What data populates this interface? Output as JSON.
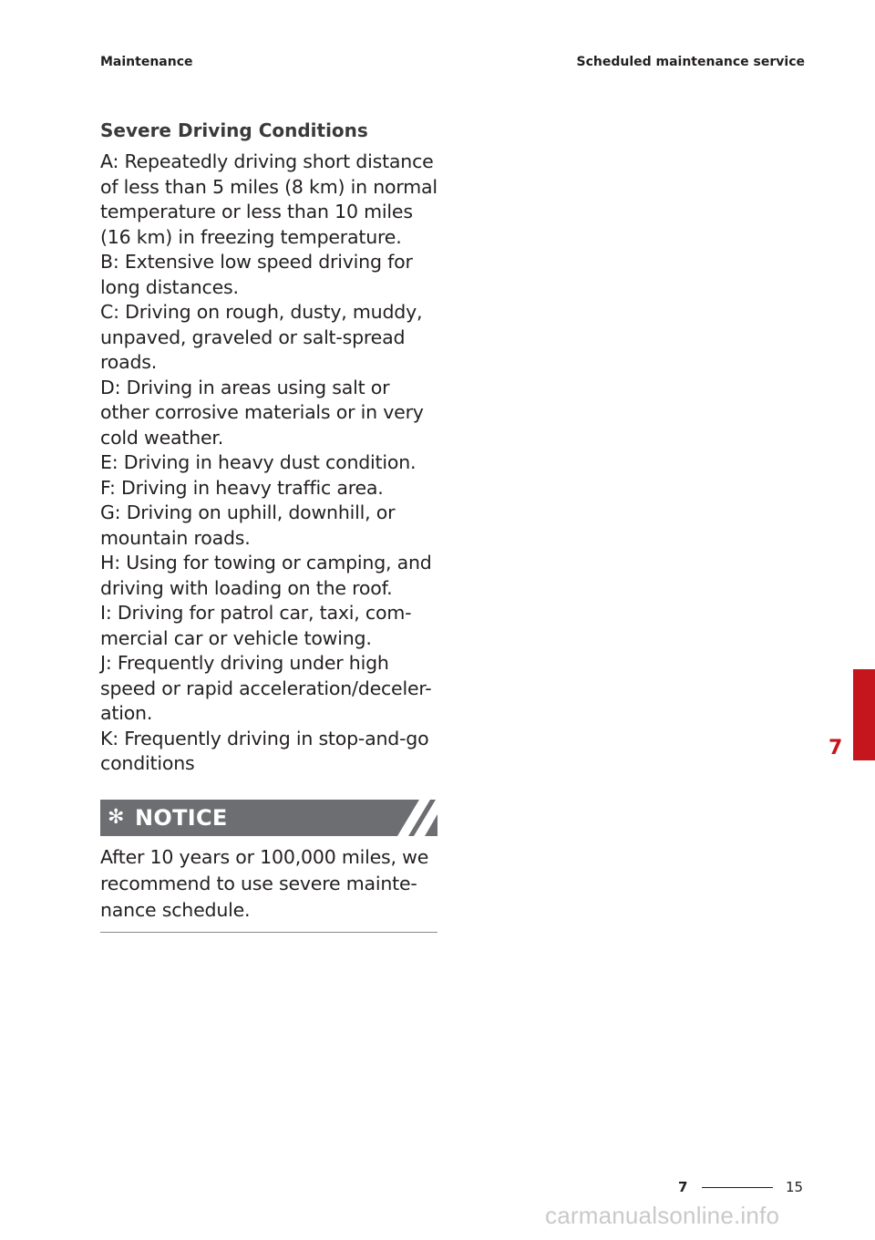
{
  "header": {
    "left": "Maintenance",
    "right": "Scheduled maintenance service"
  },
  "section": {
    "title": "Severe Driving Conditions",
    "lines": [
      "A: Repeatedly driving short distance",
      "of less than 5 miles (8 km) in normal",
      "temperature or less than 10 miles",
      "(16 km) in freezing temperature.",
      "B: Extensive low speed driving for",
      "long distances.",
      "C: Driving on rough, dusty, muddy,",
      "unpaved, graveled or salt-spread",
      "roads.",
      "D: Driving in areas using salt or",
      "other corrosive materials or in very",
      "cold weather.",
      "E: Driving in heavy dust condition.",
      "F: Driving in heavy traffic area.",
      "G: Driving on uphill, downhill, or",
      "mountain roads.",
      "H: Using for towing or camping, and",
      "driving with loading on the roof.",
      "I: Driving for patrol car, taxi, com-",
      "mercial car or vehicle towing.",
      "J: Frequently driving under high",
      "speed or rapid acceleration/deceler-",
      "ation.",
      "K: Frequently driving in stop-and-go",
      "conditions"
    ]
  },
  "notice": {
    "symbol": "✻",
    "label": "NOTICE",
    "lines": [
      "After 10 years or 100,000 miles, we",
      "recommend to use severe mainte-",
      "nance schedule."
    ]
  },
  "chapter_tab": {
    "number": "7",
    "color": "#c4161c"
  },
  "footer": {
    "chapter": "7",
    "page": "15"
  },
  "watermark": "carmanualsonline.info"
}
